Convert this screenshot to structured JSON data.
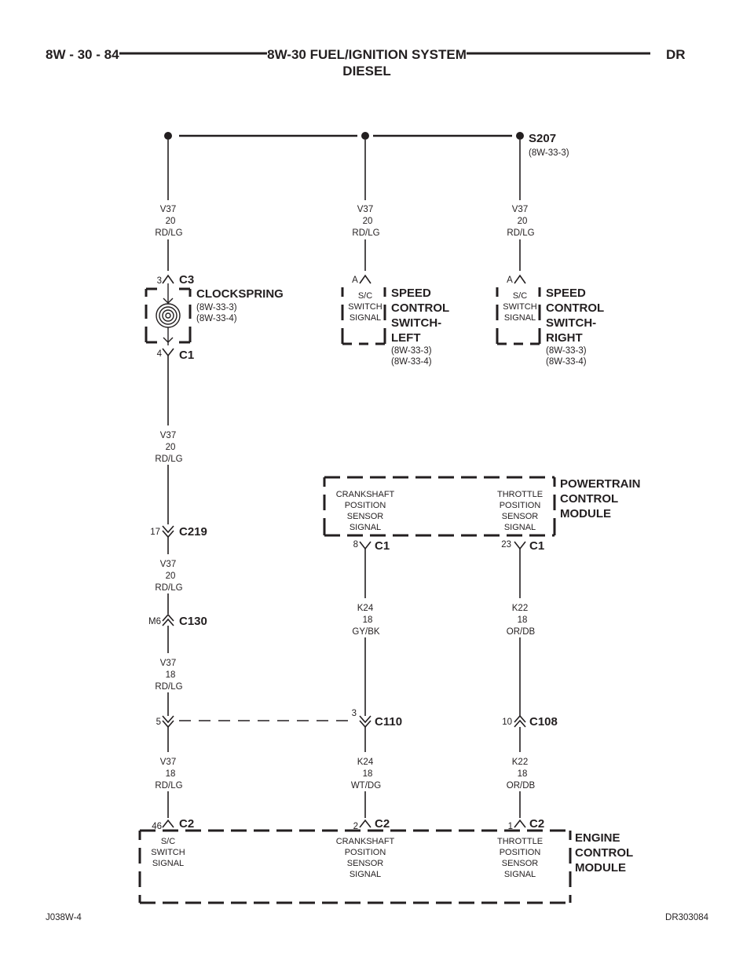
{
  "header": {
    "page_number": "8W - 30 - 84",
    "title_line1": "8W-30 FUEL/IGNITION SYSTEM",
    "title_line2": "DIESEL",
    "model_code": "DR"
  },
  "footer": {
    "left_code": "J038W-4",
    "right_code": "DR303084"
  },
  "splice": {
    "name": "S207",
    "ref": "(8W-33-3)"
  },
  "wires": {
    "v37_20": {
      "circuit": "V37",
      "gauge": "20",
      "color": "RD/LG"
    },
    "v37_18": {
      "circuit": "V37",
      "gauge": "18",
      "color": "RD/LG"
    },
    "k24_gybk": {
      "circuit": "K24",
      "gauge": "18",
      "color": "GY/BK"
    },
    "k24_wtdg": {
      "circuit": "K24",
      "gauge": "18",
      "color": "WT/DG"
    },
    "k22_ordb": {
      "circuit": "K22",
      "gauge": "18",
      "color": "OR/DB"
    }
  },
  "clockspring": {
    "line1": "CLOCKSPRING",
    "ref1": "(8W-33-3)",
    "ref2": "(8W-33-4)",
    "top_pin": "3",
    "top_connector": "C3",
    "bottom_pin": "4",
    "bottom_connector": "C1"
  },
  "speed_left": {
    "line1": "SPEED",
    "line2": "CONTROL",
    "line3": "SWITCH-",
    "line4": "LEFT",
    "ref1": "(8W-33-3)",
    "ref2": "(8W-33-4)",
    "pin": "A",
    "signal1": "S/C",
    "signal2": "SWITCH",
    "signal3": "SIGNAL"
  },
  "speed_right": {
    "line1": "SPEED",
    "line2": "CONTROL",
    "line3": "SWITCH-",
    "line4": "RIGHT",
    "ref1": "(8W-33-3)",
    "ref2": "(8W-33-4)",
    "pin": "A",
    "signal1": "S/C",
    "signal2": "SWITCH",
    "signal3": "SIGNAL"
  },
  "pcm": {
    "line1": "POWERTRAIN",
    "line2": "CONTROL",
    "line3": "MODULE",
    "crank1": "CRANKSHAFT",
    "crank2": "POSITION",
    "crank3": "SENSOR",
    "crank4": "SIGNAL",
    "thr1": "THROTTLE",
    "thr2": "POSITION",
    "thr3": "SENSOR",
    "thr4": "SIGNAL",
    "crank_pin": "8",
    "crank_conn": "C1",
    "thr_pin": "23",
    "thr_conn": "C1"
  },
  "connectors": {
    "c219_pin": "17",
    "c219": "C219",
    "c130_pin": "M6",
    "c130": "C130",
    "c110_left_pin": "5",
    "c110_pin": "3",
    "c110": "C110",
    "c108_pin": "10",
    "c108": "C108"
  },
  "ecm": {
    "line1": "ENGINE",
    "line2": "CONTROL",
    "line3": "MODULE",
    "sc1": "S/C",
    "sc2": "SWITCH",
    "sc3": "SIGNAL",
    "crank1": "CRANKSHAFT",
    "crank2": "POSITION",
    "crank3": "SENSOR",
    "crank4": "SIGNAL",
    "thr1": "THROTTLE",
    "thr2": "POSITION",
    "thr3": "SENSOR",
    "thr4": "SIGNAL",
    "sc_pin": "46",
    "sc_conn": "C2",
    "crank_pin": "2",
    "crank_conn": "C2",
    "thr_pin": "1",
    "thr_conn": "C2"
  }
}
